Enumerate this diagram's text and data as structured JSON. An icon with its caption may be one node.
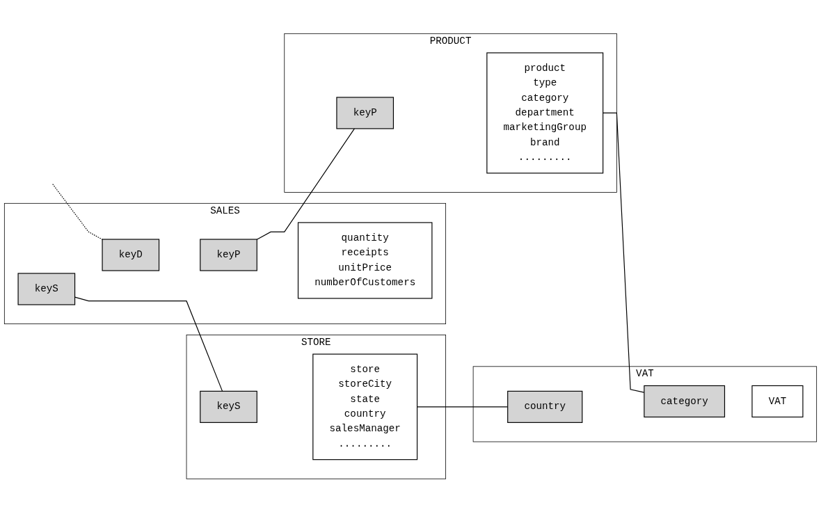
{
  "diagram": {
    "nodes": [
      {
        "text": [
          "SALES"
        ]
      },
      {
        "text": [
          "keyS"
        ],
        "in": 0
      },
      {
        "text": [
          "keyD"
        ],
        "in": 0
      },
      {
        "text": [
          "keyP"
        ],
        "in": 0
      },
      {
        "text": [
          "quantity receipts unitPrice numberOfCustomers"
        ],
        "in": 0
      },
      {
        "text": [
          "STORE"
        ]
      },
      {
        "text": [
          "keyS"
        ],
        "in": 5
      },
      {
        "text": [
          "store storeCity state country salesManager ........."
        ],
        "in": 5
      },
      {
        "text": [
          "PRODUCT"
        ]
      },
      {
        "text": [
          "keyP"
        ],
        "in": 8
      },
      {
        "text": [
          "product type category department marketingGroup brand ........."
        ],
        "in": 8
      },
      {
        "text": [
          "VAT"
        ]
      },
      {
        "text": [
          "country"
        ],
        "in": 11
      },
      {
        "text": [
          "category"
        ],
        "in": 11
      },
      {
        "text": [
          "VAT"
        ],
        "in": 11
      }
    ],
    "edges": [
      {
        "from": null,
        "to": 2,
        "arrow": "none",
        "style": "dashed"
      },
      {
        "from": 1,
        "to": 6,
        "arrow": "none"
      },
      {
        "from": 3,
        "to": 9,
        "arrow": "none"
      },
      {
        "from": 7,
        "to": 12,
        "arrow": "none"
      },
      {
        "from": 10,
        "to": 13,
        "arrow": "none"
      }
    ]
  }
}
